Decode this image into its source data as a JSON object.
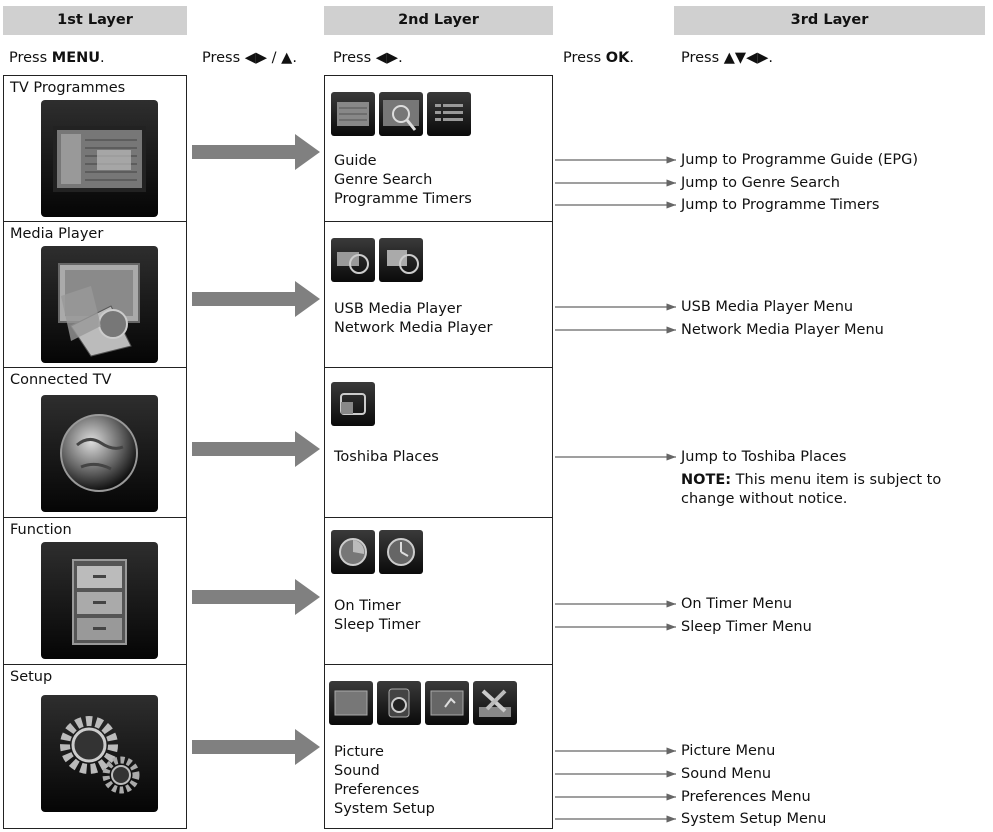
{
  "headers": {
    "layer1": "1st Layer",
    "layer2": "2nd Layer",
    "layer3": "3rd Layer"
  },
  "steps": {
    "s1_pre": "Press ",
    "s1_key": "MENU",
    "s1_post": ".",
    "s2": "Press ◀▶ / ▲.",
    "s3": "Press ◀▶.",
    "s4_pre": "Press ",
    "s4_key": "OK",
    "s4_post": ".",
    "s5": "Press ▲▼◀▶."
  },
  "layer1": [
    {
      "label": "TV Programmes",
      "icon": "tv-programmes-icon"
    },
    {
      "label": "Media Player",
      "icon": "media-player-icon"
    },
    {
      "label": "Connected TV",
      "icon": "connected-tv-globe-icon"
    },
    {
      "label": "Function",
      "icon": "function-drawers-icon"
    },
    {
      "label": "Setup",
      "icon": "setup-gears-icon"
    }
  ],
  "layer2": [
    {
      "items": [
        "Guide",
        "Genre Search",
        "Programme Timers"
      ]
    },
    {
      "items": [
        "USB Media Player",
        "Network Media Player"
      ]
    },
    {
      "items": [
        "Toshiba Places"
      ]
    },
    {
      "items": [
        "On Timer",
        "Sleep Timer"
      ]
    },
    {
      "items": [
        "Picture",
        "Sound",
        "Preferences",
        "System Setup"
      ]
    }
  ],
  "layer3": {
    "programmes": [
      "Jump to Programme Guide (EPG)",
      "Jump to Genre Search",
      "Jump to Programme Timers"
    ],
    "media": [
      "USB Media Player Menu",
      "Network Media Player Menu"
    ],
    "connected": "Jump to Toshiba Places",
    "note_label": "NOTE:",
    "note_text": " This menu item is subject to change without notice.",
    "function": [
      "On Timer Menu",
      "Sleep Timer Menu"
    ],
    "setup": [
      "Picture Menu",
      "Sound Menu",
      "Preferences Menu",
      "System Setup Menu"
    ]
  },
  "colors": {
    "header_bg": "#d0d0d0",
    "big_arrow": "#808080",
    "thin_arrow": "#666666"
  }
}
